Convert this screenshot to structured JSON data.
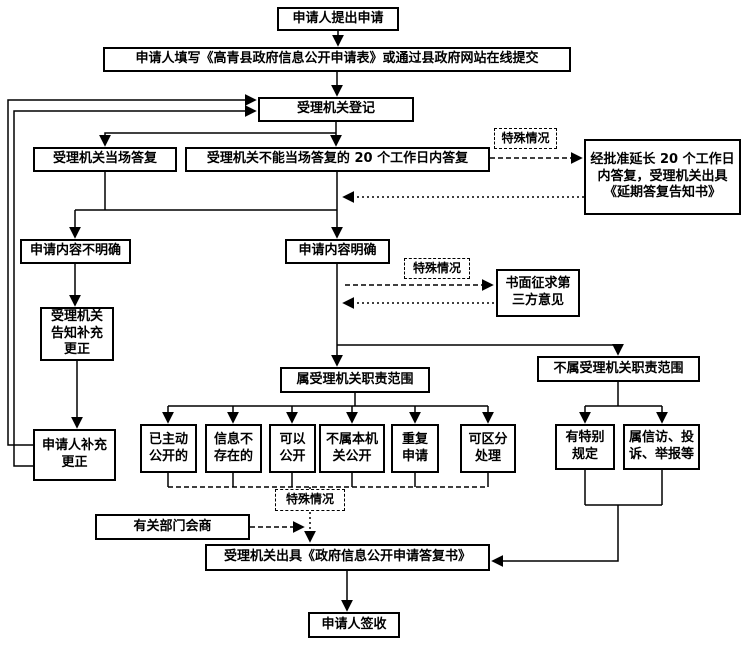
{
  "colors": {
    "background": "#ffffff",
    "line": "#000000",
    "box_border": "#000000"
  },
  "nodes": {
    "apply": {
      "label": "申请人提出申请"
    },
    "fill_form": {
      "label": "申请人填写《高青县政府信息公开申请表》或通过县政府网站在线提交"
    },
    "register": {
      "label": "受理机关登记"
    },
    "onsite_reply": {
      "label": "受理机关当场答复"
    },
    "reply_20days": {
      "label": "受理机关不能当场答复的 20 个工作日内答复"
    },
    "special_case_1": {
      "label": "特殊情况"
    },
    "extension": {
      "label": "经批准延长 20 个工作日内答复，受理机关出具《延期答复告知书》"
    },
    "unclear": {
      "label": "申请内容不明确"
    },
    "clear": {
      "label": "申请内容明确"
    },
    "special_case_2": {
      "label": "特殊情况"
    },
    "third_party": {
      "label": "书面征求第三方意见"
    },
    "notify_supplement": {
      "label": "受理机关告知补充更正"
    },
    "applicant_supplement": {
      "label": "申请人补充更正"
    },
    "in_scope": {
      "label": "属受理机关职责范围"
    },
    "out_scope": {
      "label": "不属受理机关职责范围"
    },
    "already_public": {
      "label": "已主动公开的"
    },
    "not_exist": {
      "label": "信息不存在的"
    },
    "can_public": {
      "label": "可以公开"
    },
    "not_this_org": {
      "label": "不属本机关公开"
    },
    "repeat_apply": {
      "label": "重复申请"
    },
    "separable": {
      "label": "可区分处理"
    },
    "special_rule": {
      "label": "有特别规定"
    },
    "petition": {
      "label": "属信访、投诉、举报等"
    },
    "special_case_3": {
      "label": "特殊情况"
    },
    "consult": {
      "label": "有关部门会商"
    },
    "reply_doc": {
      "label": "受理机关出具《政府信息公开申请答复书》"
    },
    "sign": {
      "label": "申请人签收"
    }
  }
}
